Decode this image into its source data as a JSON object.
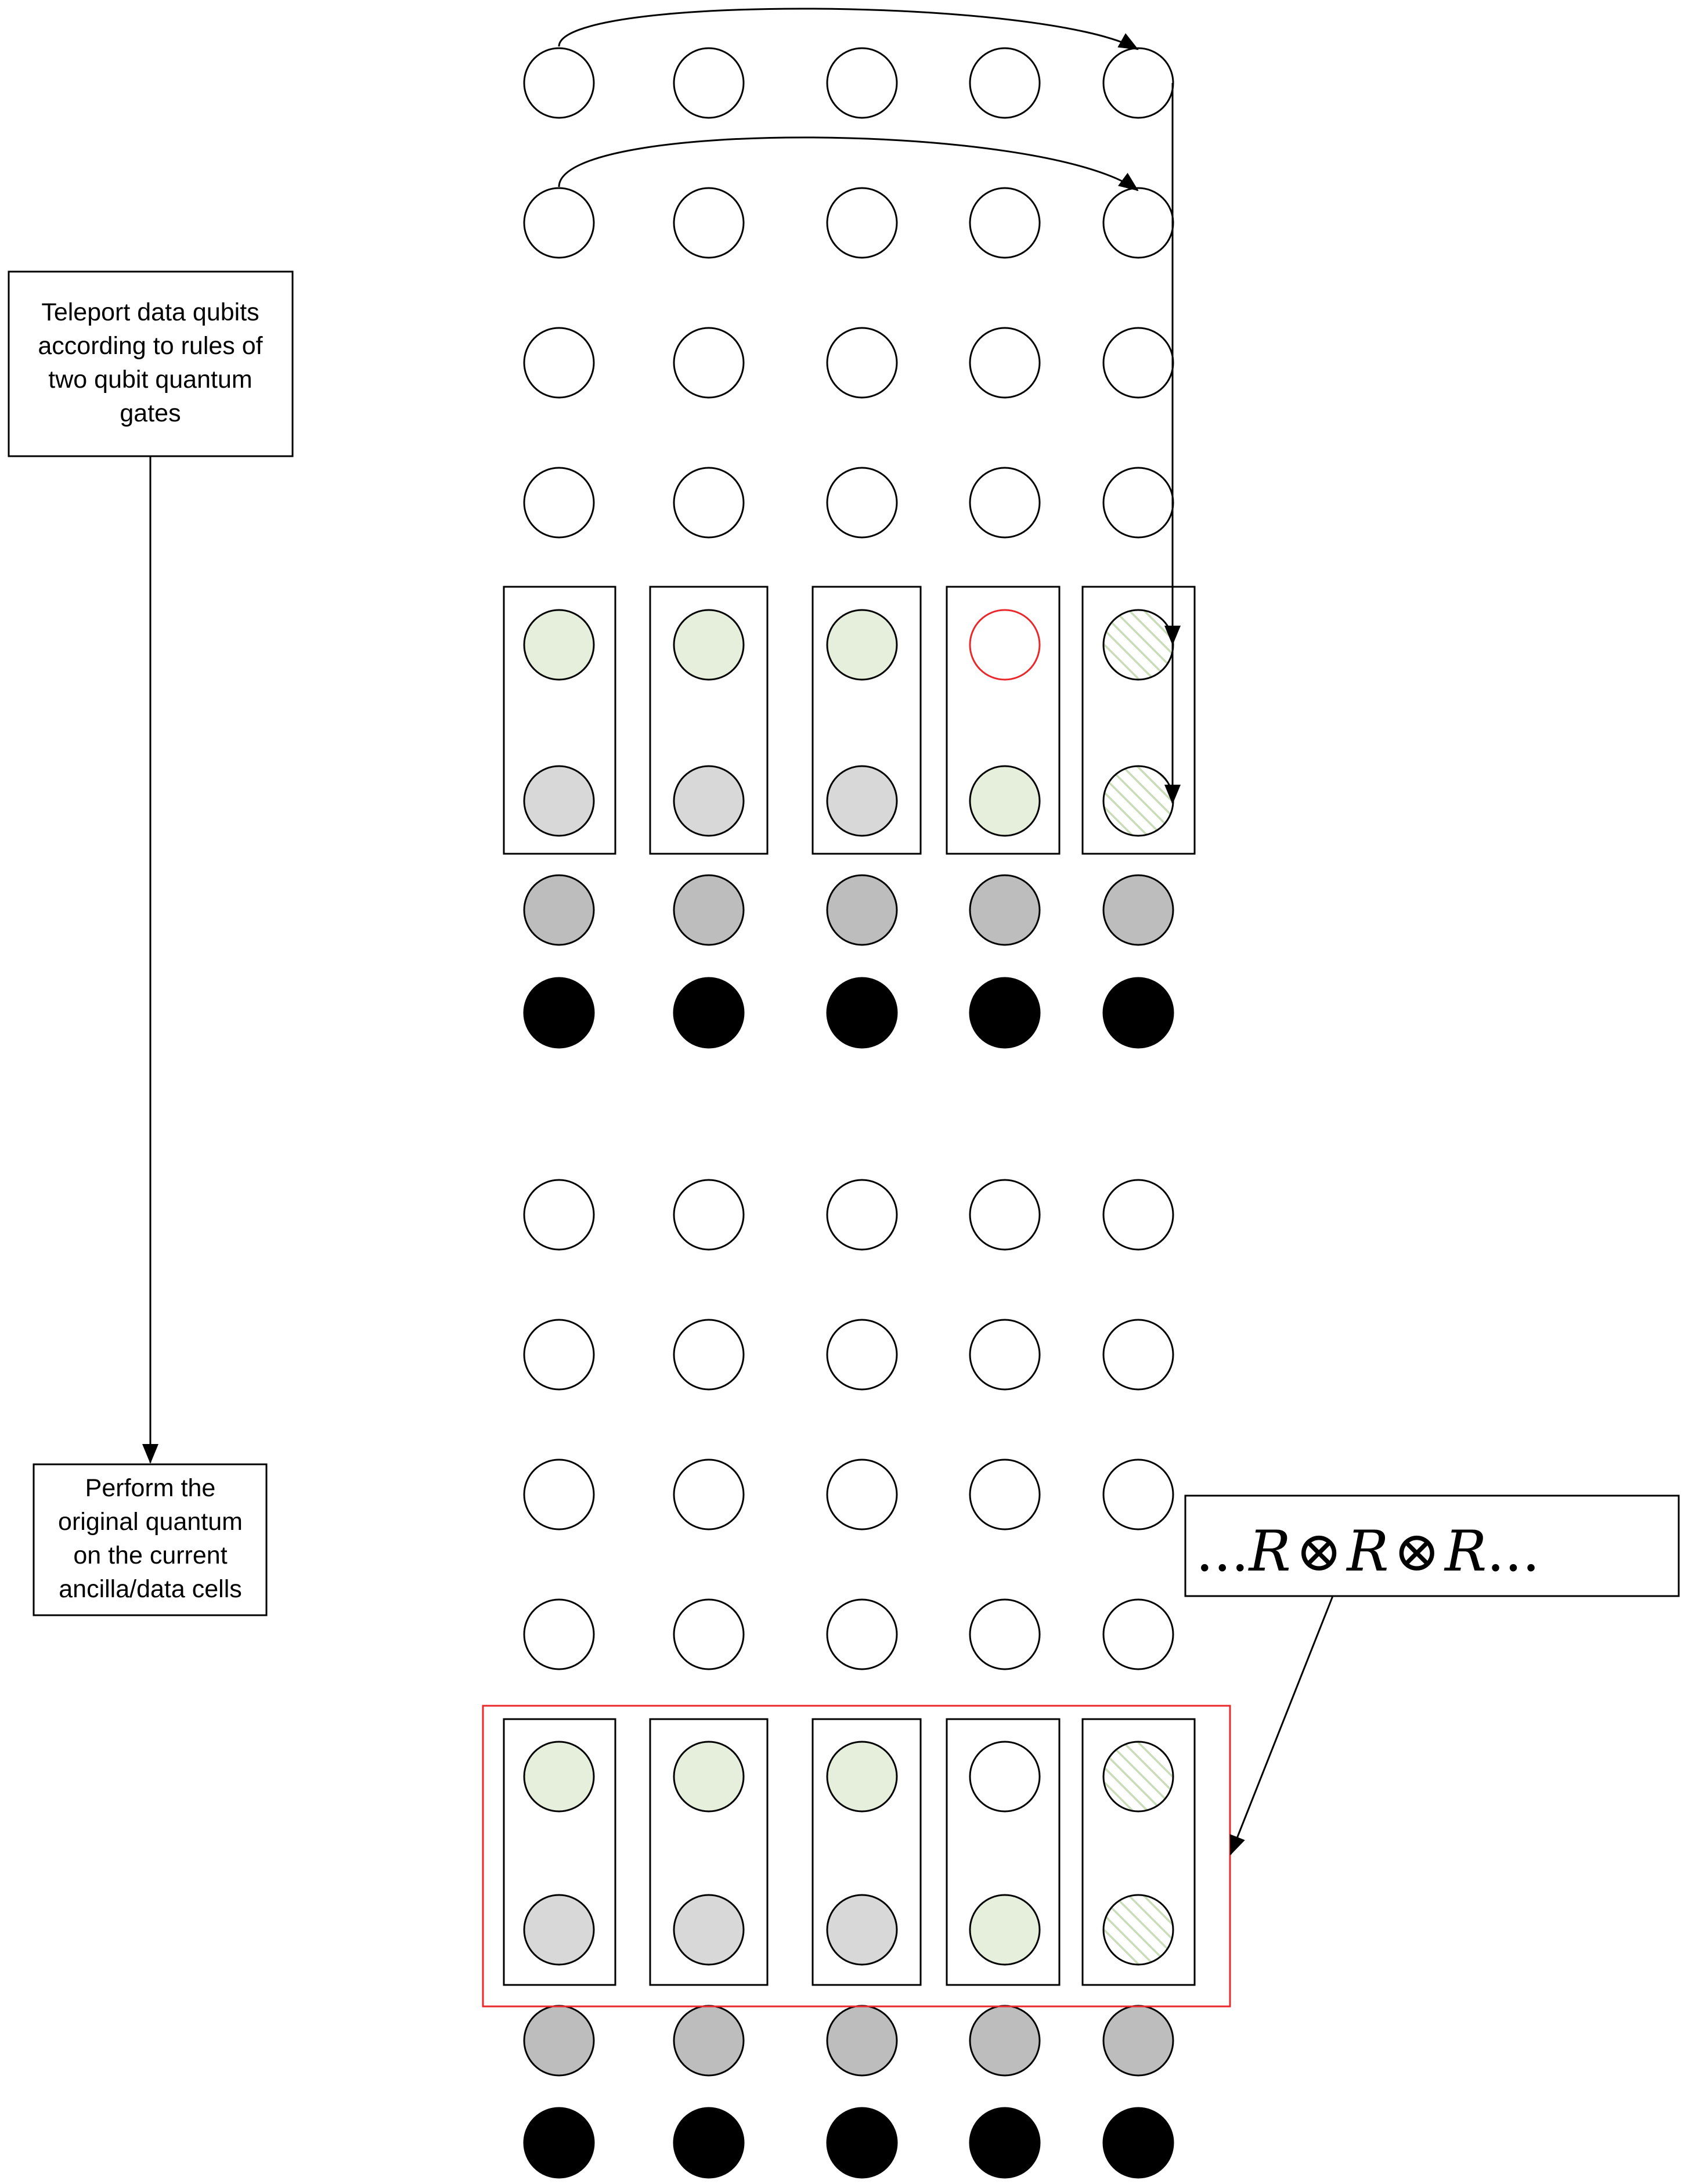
{
  "labels": {
    "teleport": [
      "Teleport data qubits",
      "according to rules of",
      "two qubit quantum",
      "gates"
    ],
    "perform": [
      "Perform the",
      "original quantum",
      "on the current",
      "ancilla/data cells"
    ]
  },
  "math": {
    "ellipsis_left": "...",
    "r1": "R",
    "op1": "⊗",
    "r2": "R",
    "op2": "⊗",
    "r3": "R",
    "ellipsis_right": "..."
  },
  "colors": {
    "stroke": "#000000",
    "highlight": "#e8282a",
    "data_green": "#e6efdb",
    "ancilla_light": "#d8d8d8",
    "ancilla_mid": "#bdbdbd",
    "solid": "#000000",
    "hatch": "#c9dcb8"
  },
  "legend_icons": {
    "arrow": "arrow-icon",
    "qubit": "qubit-circle-icon"
  },
  "grid": {
    "columns": 5,
    "groups": [
      {
        "name": "before-teleport",
        "plain_rows": 4,
        "cell_top": [
          "green",
          "green",
          "green",
          "red-empty",
          "hatched"
        ],
        "cell_bottom": [
          "light",
          "light",
          "light",
          "green",
          "hatched"
        ],
        "gray_row": "mid",
        "black_row": "solid",
        "highlighted": false
      },
      {
        "name": "after-teleport",
        "plain_rows": 4,
        "cell_top": [
          "green",
          "green",
          "green",
          "empty",
          "hatched"
        ],
        "cell_bottom": [
          "light",
          "light",
          "light",
          "green",
          "hatched"
        ],
        "gray_row": "mid",
        "black_row": "solid",
        "highlighted": true
      }
    ]
  }
}
